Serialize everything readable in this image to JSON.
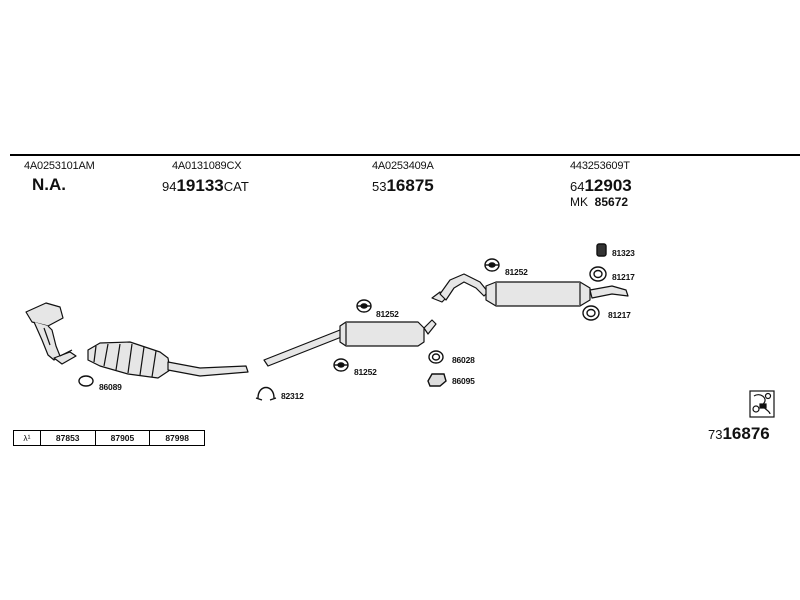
{
  "header": {
    "columns": [
      {
        "oem": "4A0253101AM",
        "main": "N.A."
      },
      {
        "oem": "4A0131089CX",
        "prefix": "94",
        "number": "19133",
        "suffix": "CAT"
      },
      {
        "oem": "4A0253409A",
        "prefix": "53",
        "number": "16875"
      },
      {
        "oem": "443253609T",
        "prefix": "64",
        "number": "12903",
        "mk_prefix": "MK",
        "mk_number": "85672"
      }
    ]
  },
  "parts": {
    "p86089": "86089",
    "p82312": "82312",
    "p81252_a": "81252",
    "p81252_b": "81252",
    "p81252_c": "81252",
    "p86028": "86028",
    "p86095": "86095",
    "p81323": "81323",
    "p81217_a": "81217",
    "p81217_b": "81217"
  },
  "sensor_bar": {
    "symbol": "λ¹",
    "values": [
      "87853",
      "87905",
      "87998"
    ]
  },
  "footer": {
    "prefix": "73",
    "number": "16876"
  },
  "colors": {
    "ink": "#111111",
    "fill": "#e6e6e6",
    "rule": "#000000"
  }
}
